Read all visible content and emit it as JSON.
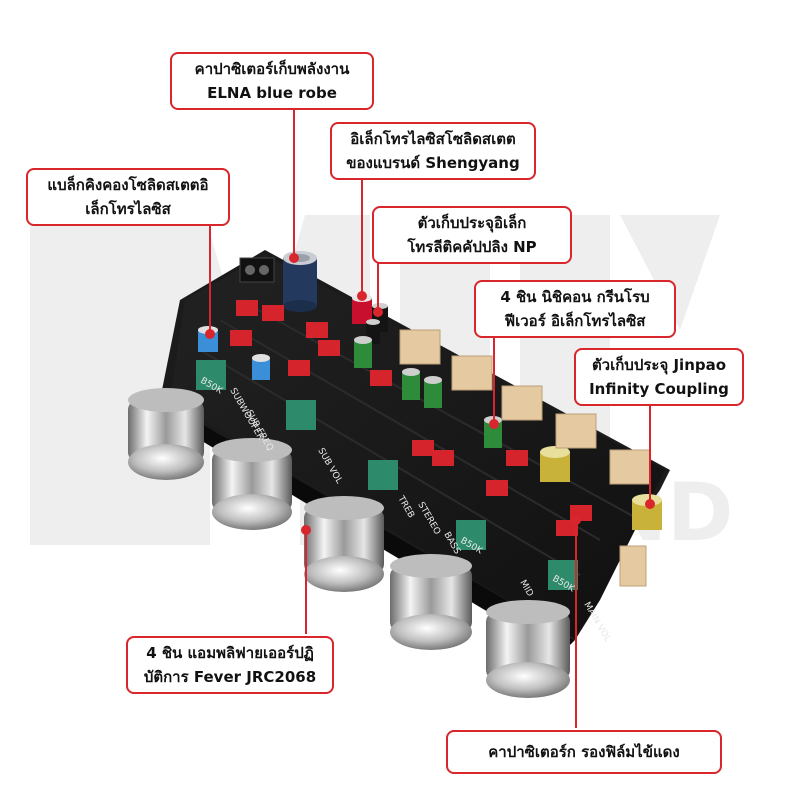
{
  "watermark": "MDIY SOUND",
  "callouts": {
    "elna": {
      "line1": "คาปาซิเตอร์เก็บพลังงาน",
      "line2": "ELNA blue robe"
    },
    "shengyang": {
      "line1": "อิเล็กโทรไลซิสโซลิดสเตต",
      "line2": "ของแบรนด์ Shengyang"
    },
    "blocking": {
      "line1": "แบล็กคิงคองโซลิดสเตตอิ",
      "line2": "เล็กโทรไลซิส"
    },
    "np": {
      "line1": "ตัวเก็บประจุอิเล็ก",
      "line2": "โทรลีติคคัปปลิง NP"
    },
    "nichicon": {
      "line1": "4 ชิน นิชิคอน กรีนโรบ",
      "line2": "ฟีเวอร์ อิเล็กโทรไลซิส"
    },
    "jinpao": {
      "line1": "ตัวเก็บประจุ Jinpao",
      "line2": "Infinity Coupling"
    },
    "opamp": {
      "line1": "4 ชิน แอมพลิฟายเออร์ปฏิ",
      "line2": "บัติการ Fever JRC2068"
    },
    "film": {
      "line1": "คาปาซิเตอร์ก รองฟิล์มไข้แดง"
    }
  },
  "board_labels": {
    "b50k_1": "B50K",
    "b50k_2": "B50K",
    "b50k_3": "B50K",
    "subwoofer": "SUBWOOFER",
    "sub_freq": "SUB FREQ",
    "sub_vol": "SUB VOL",
    "treb": "TREB",
    "stereo": "STEREO",
    "bass": "BASS",
    "mid": "MID",
    "main_vol": "MAIN VOL"
  }
}
